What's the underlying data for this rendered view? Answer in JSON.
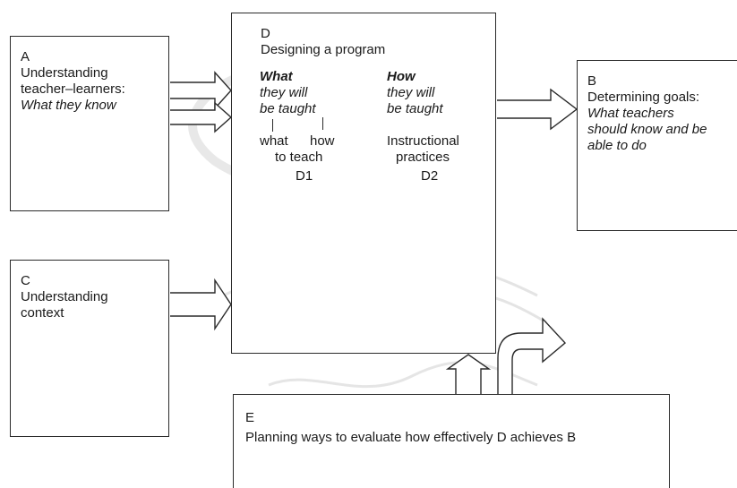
{
  "box_a": {
    "letter": "A",
    "line1": "Understanding",
    "line2": "teacher–learners:",
    "line3": "What they know"
  },
  "box_d": {
    "letter": "D",
    "title": "Designing a program",
    "left": {
      "heading": "What",
      "line1": "they will",
      "line2": "be taught",
      "sub_left": "what",
      "sub_right": "how",
      "sub_line2": "to teach",
      "code": "D1"
    },
    "right": {
      "heading": "How",
      "line1": "they will",
      "line2": "be taught",
      "sub_line1": "Instructional",
      "sub_line2": "practices",
      "code": "D2"
    }
  },
  "box_b": {
    "letter": "B",
    "line1": "Determining goals:",
    "line2": "What teachers",
    "line3": "should know and be",
    "line4": "able to do"
  },
  "box_c": {
    "letter": "C",
    "line1": "Understanding",
    "line2": "context"
  },
  "box_e": {
    "letter": "E",
    "line1": "Planning ways to evaluate how effectively D achieves B"
  }
}
